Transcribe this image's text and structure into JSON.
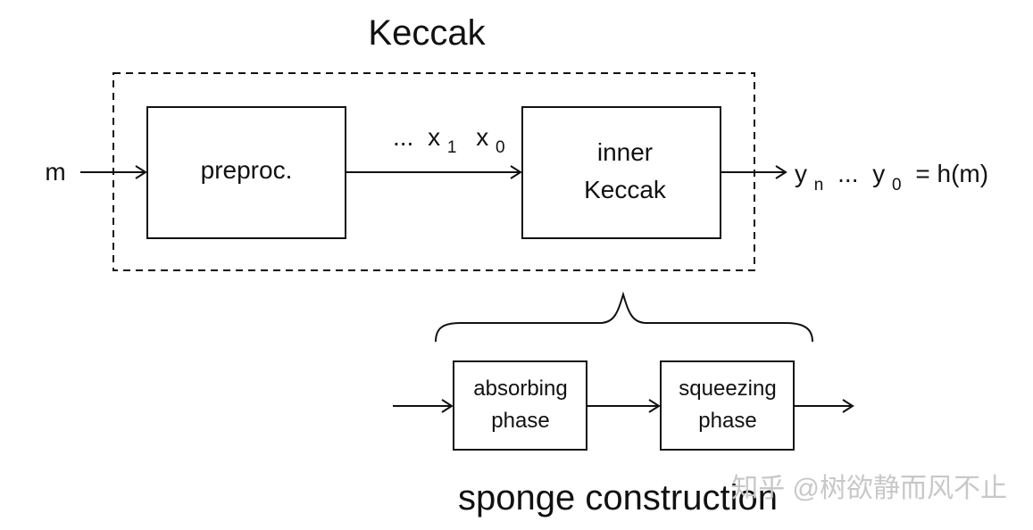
{
  "diagram": {
    "title": "Keccak",
    "input_label": "m",
    "preproc_label": "preproc.",
    "intermediate": {
      "dots": "...",
      "x_base_1": "x",
      "x_sub_1": "1",
      "x_base_0": "x",
      "x_sub_0": "0"
    },
    "inner_label_line1": "inner",
    "inner_label_line2": "Keccak",
    "output": {
      "y_base_n": "y",
      "y_sub_n": "n",
      "dots": "...",
      "y_base_0": "y",
      "y_sub_0": "0",
      "tail": "= h(m)"
    },
    "absorbing_line1": "absorbing",
    "absorbing_line2": "phase",
    "squeezing_line1": "squeezing",
    "squeezing_line2": "phase",
    "sponge_title": "sponge construction"
  },
  "watermark": {
    "text": "知乎 @树欲静而风不止"
  }
}
